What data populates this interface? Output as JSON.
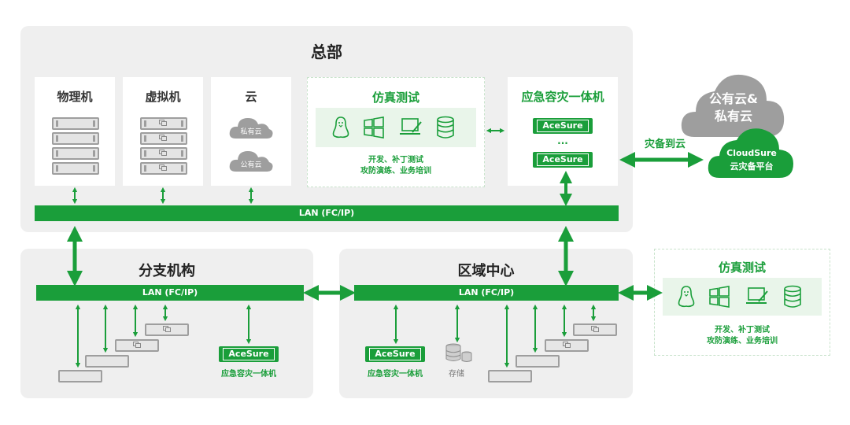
{
  "hq": {
    "title": "总部",
    "physical": {
      "title": "物理机"
    },
    "virtual": {
      "title": "虚拟机"
    },
    "cloud": {
      "title": "云",
      "private_label": "私有云",
      "public_label": "公有云"
    },
    "simulation": {
      "title": "仿真测试",
      "desc_line1": "开发、补丁测试",
      "desc_line2": "攻防演练、业务培训",
      "icons": [
        "linux-icon",
        "windows-icon",
        "laptop-icon",
        "database-icon"
      ]
    },
    "appliance": {
      "title": "应急容灾一体机",
      "logo": "AceSure",
      "ellipsis": "..."
    },
    "lan": "LAN (FC/IP)"
  },
  "branch": {
    "title": "分支机构",
    "lan": "LAN (FC/IP)",
    "logo": "AceSure",
    "appliance_label": "应急容灾一体机"
  },
  "regional": {
    "title": "区域中心",
    "lan": "LAN (FC/IP)",
    "logo": "AceSure",
    "appliance_label": "应急容灾一体机",
    "storage_label": "存储"
  },
  "cloud_side": {
    "title_line1": "公有云&",
    "title_line2": "私有云",
    "cloudsure_line1": "CloudSure",
    "cloudsure_line2": "云灾备平台",
    "link_label": "灾备到云"
  },
  "right_sim": {
    "title": "仿真测试",
    "desc_line1": "开发、补丁测试",
    "desc_line2": "攻防演练、业务培训"
  },
  "colors": {
    "green": "#1a9e3a",
    "gray": "#9e9e9e",
    "region": "#efefef"
  }
}
